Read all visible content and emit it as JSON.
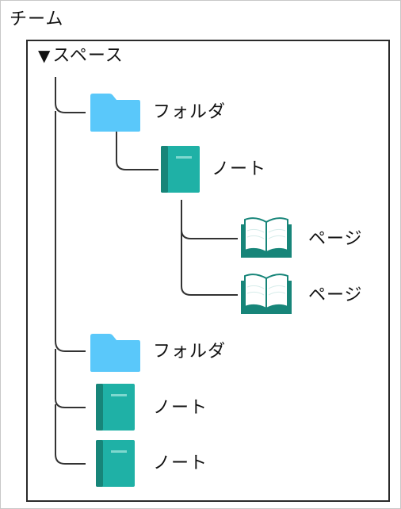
{
  "team": {
    "title": "チーム"
  },
  "space": {
    "label": "スペース",
    "toggle_glyph": "▼"
  },
  "tree": {
    "folder_1": {
      "label": "フォルダ",
      "icon": "folder-icon"
    },
    "note_1": {
      "label": "ノート",
      "icon": "notebook-icon"
    },
    "page_1": {
      "label": "ページ",
      "icon": "open-book-icon"
    },
    "page_2": {
      "label": "ページ",
      "icon": "open-book-icon"
    },
    "folder_2": {
      "label": "フォルダ",
      "icon": "folder-icon"
    },
    "note_2": {
      "label": "ノート",
      "icon": "notebook-icon"
    },
    "note_3": {
      "label": "ノート",
      "icon": "notebook-icon"
    }
  },
  "colors": {
    "folder": "#5ac8fa",
    "notebook": "#1fb1a6",
    "notebook_spine": "#178579",
    "book": "#178579",
    "connector": "#333333",
    "frame_border": "#c8c8c8",
    "box_border": "#2a2a2a"
  }
}
